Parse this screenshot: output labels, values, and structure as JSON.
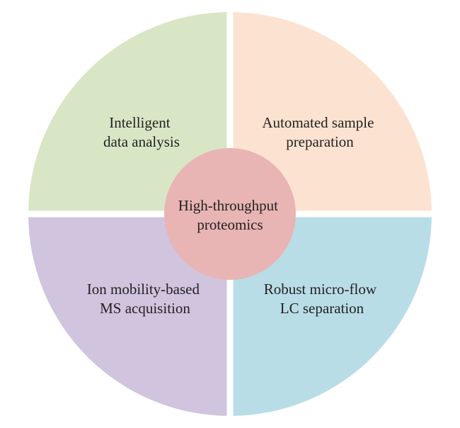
{
  "diagram": {
    "center": {
      "lines": [
        "High-throughput",
        "proteomics"
      ],
      "color": "#E8B4B4"
    },
    "quadrants": {
      "top_left": {
        "lines": [
          "Intelligent",
          "data analysis"
        ],
        "color": "#D9E6C6"
      },
      "top_right": {
        "lines": [
          "Automated sample",
          "preparation"
        ],
        "color": "#FCE3D1"
      },
      "bottom_left": {
        "lines": [
          "Ion mobility-based",
          "MS acquisition"
        ],
        "color": "#D1C4DE"
      },
      "bottom_right": {
        "lines": [
          "Robust micro-flow",
          "LC separation"
        ],
        "color": "#B9DDE7"
      }
    },
    "separator_color": "#ffffff"
  }
}
